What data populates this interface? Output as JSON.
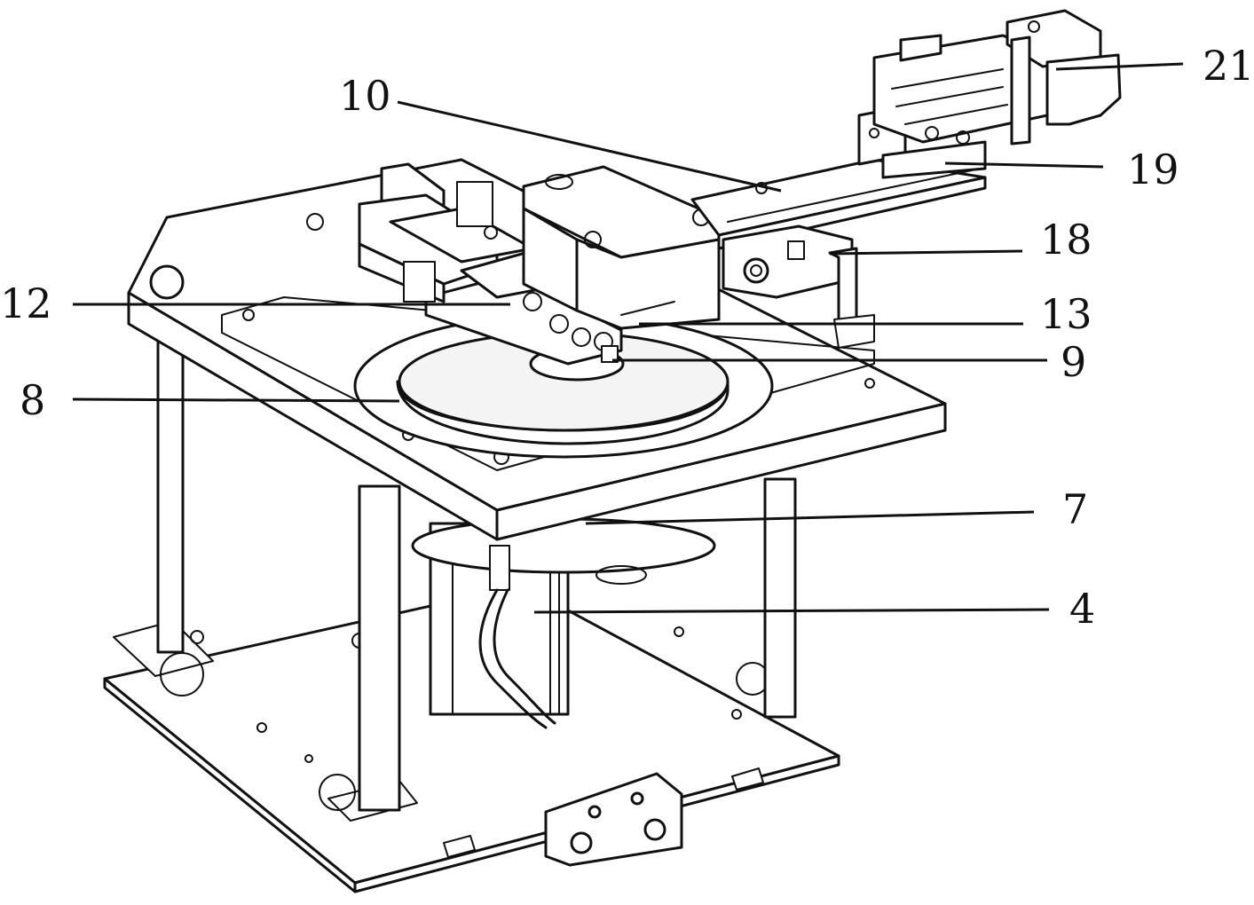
{
  "labels": {
    "l10": "10",
    "l21": "21",
    "l19": "19",
    "l18": "18",
    "l12": "12",
    "l13": "13",
    "l9": "9",
    "l8": "8",
    "l7": "7",
    "l4": "4"
  }
}
